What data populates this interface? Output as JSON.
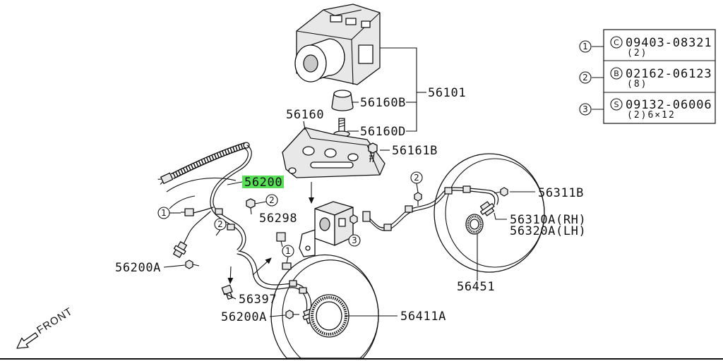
{
  "part_labels": [
    "56101",
    "56160B",
    "56160",
    "56160D",
    "56161B",
    "56200",
    "56298",
    "56311B",
    "56310A(RH)",
    "56320A(LH)",
    "56200A",
    "56451",
    "56397",
    "56200A",
    "56411A"
  ],
  "highlight_color": "#59e059",
  "callouts": [
    "1",
    "2",
    "2",
    "2",
    "1",
    "3"
  ],
  "front_label": "FRONT",
  "legend": {
    "rows": [
      {
        "num": "1",
        "letter": "C",
        "part": "09403-08321",
        "qty": "(2)"
      },
      {
        "num": "2",
        "letter": "B",
        "part": "02162-06123",
        "qty": "(8)"
      },
      {
        "num": "3",
        "letter": "S",
        "part": "09132-06006",
        "qty": "(2)6×12"
      }
    ]
  }
}
